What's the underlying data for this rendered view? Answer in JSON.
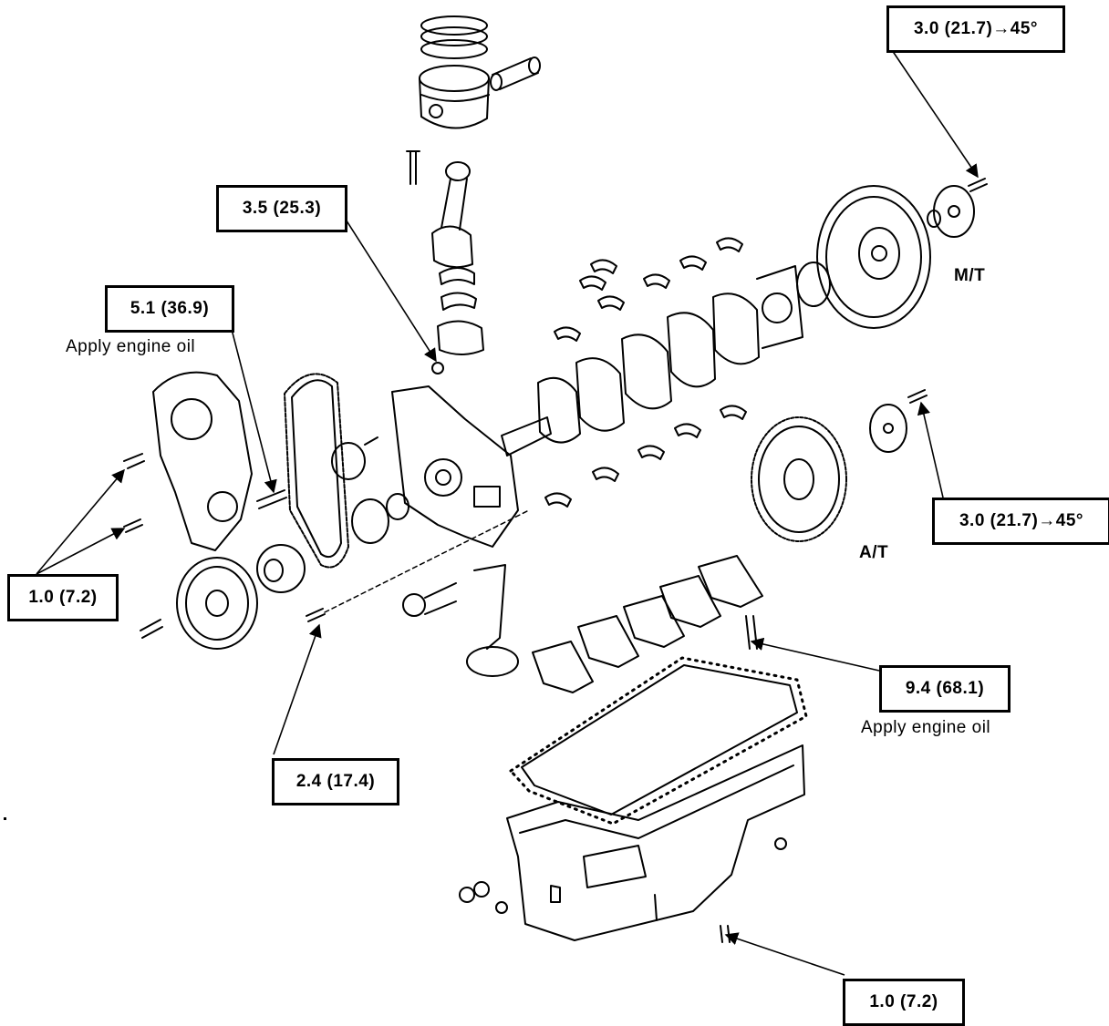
{
  "torque_labels": {
    "flywheel_mt_bolt": "3.0 (21.7)→45°",
    "con_rod_nut": "3.5 (25.3)",
    "camshaft_pulley_bolt": "5.1 (36.9)",
    "flywheel_at_bolt": "3.0 (21.7)→45°",
    "timing_cover_bolts": "1.0 (7.2)",
    "main_cap_bolt": "9.4 (68.1)",
    "oil_pump_bolt": "2.4 (17.4)",
    "oil_pan_bolt": "1.0 (7.2)"
  },
  "notes": {
    "apply_oil_upper": "Apply engine oil",
    "apply_oil_lower": "Apply engine oil"
  },
  "variants": {
    "manual": "M/T",
    "automatic": "A/T"
  },
  "icons": [
    "piston-icon",
    "connecting-rod-icon",
    "crankshaft-icon",
    "flywheel-icon",
    "drive-plate-icon",
    "timing-belt-icon",
    "oil-pump-icon",
    "oil-pan-icon",
    "pulley-icon",
    "bearing-cap-icon",
    "bolt-icon"
  ]
}
